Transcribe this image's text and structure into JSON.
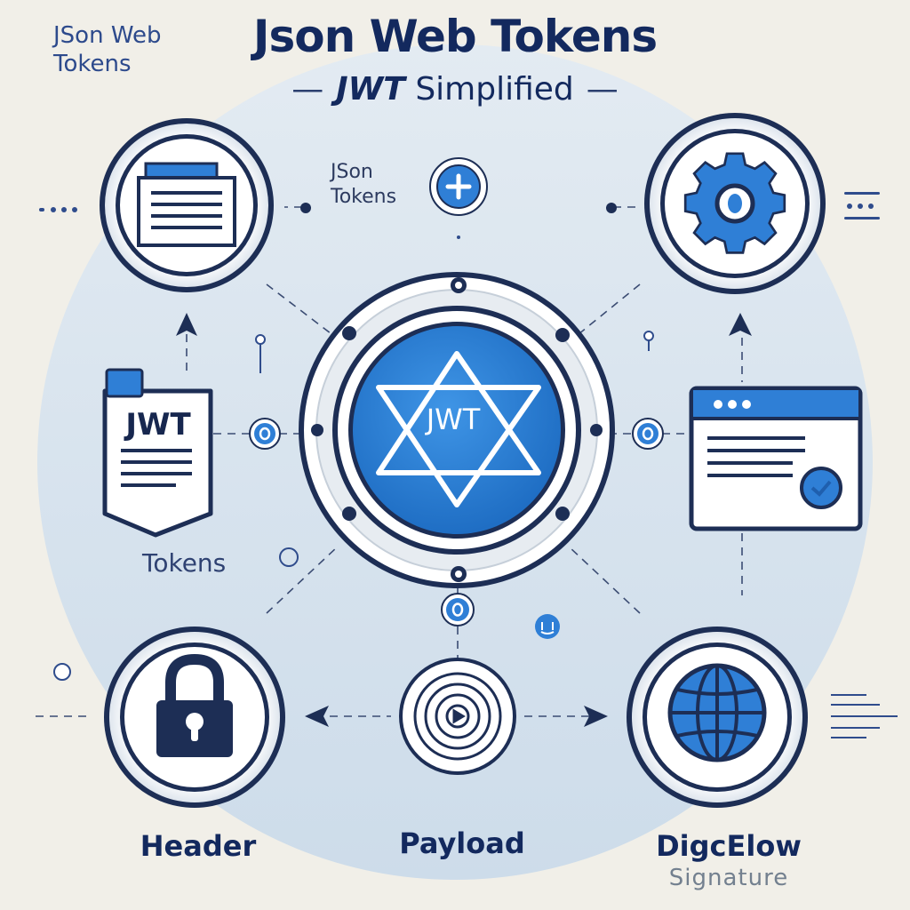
{
  "header": {
    "title": "Json Web Tokens",
    "subtitle_bold": "JWT",
    "subtitle_rest": "Simplified",
    "subtitle_dash": "—"
  },
  "side_labels": {
    "corner": "JSon Web Tokens",
    "small_json": "JSon Tokens",
    "tokens": "Tokens"
  },
  "document": {
    "label": "JWT"
  },
  "hub": {
    "label": "JWT"
  },
  "bottom": {
    "header": "Header",
    "payload": "Payload",
    "signature": "DigcElow",
    "signature_sub": "Signature"
  },
  "colors": {
    "navy": "#13295e",
    "blue": "#2f7fd6",
    "blue_dark": "#1f5fae",
    "background": "#f1efe8",
    "circle_bg": "#d6e3ee"
  },
  "icons": [
    "document-icon",
    "gear-icon",
    "plus-badge-icon",
    "jwt-star-icon",
    "jwt-document-icon",
    "browser-window-icon",
    "padlock-icon",
    "target-icon",
    "globe-icon",
    "arrow-icon"
  ]
}
